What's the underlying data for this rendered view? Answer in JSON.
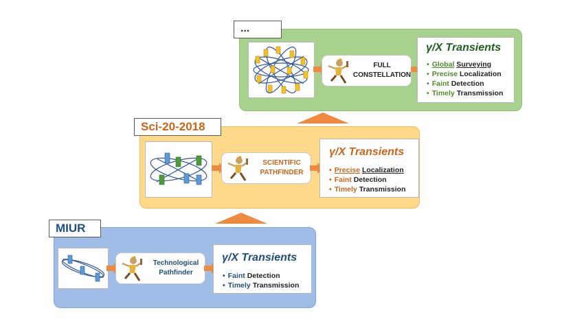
{
  "colors": {
    "green_panel": "#a9d18e",
    "green_border": "#8fbf72",
    "orange_panel": "#ffd98a",
    "orange_border": "#f4b860",
    "blue_panel": "#9fbde6",
    "blue_border": "#7ea3d8",
    "green_text": "#4e8a2a",
    "orange_text": "#c8651b",
    "blue_text": "#1f4e79",
    "arrow": "#ee8a40"
  },
  "top": {
    "tag": "...",
    "mission_label": [
      "FULL",
      "CONSTELLATION"
    ],
    "output_title": "γ/X Transients",
    "items": [
      {
        "kw": "Global",
        "rest": "Surveying",
        "underline": true
      },
      {
        "kw": "Precise",
        "rest": "Localization",
        "underline": false
      },
      {
        "kw": "Faint",
        "rest": "Detection",
        "underline": false
      },
      {
        "kw": "Timely",
        "rest": "Transmission",
        "underline": false
      }
    ]
  },
  "middle": {
    "tag": "Sci-20-2018",
    "mission_label": [
      "SCIENTIFIC",
      "PATHFINDER"
    ],
    "output_title": "γ/X Transients",
    "items": [
      {
        "kw": "Precise",
        "rest": "Localization",
        "underline": true
      },
      {
        "kw": "Faint",
        "rest": "Detection",
        "underline": false
      },
      {
        "kw": "Timely",
        "rest": "Transmission",
        "underline": false
      }
    ]
  },
  "bottom": {
    "tag": "MIUR",
    "mission_label": [
      "Technological",
      "Pathfinder"
    ],
    "output_title": "γ/X Transients",
    "items": [
      {
        "kw": "Faint",
        "rest": "Detection",
        "underline": false
      },
      {
        "kw": "Timely",
        "rest": "Transmission",
        "underline": false
      }
    ]
  },
  "icons": [
    "satellite-constellation-icon",
    "orbit-satellites-icon",
    "hermes-mascot-icon",
    "right-arrow-icon",
    "up-arrow-icon"
  ]
}
